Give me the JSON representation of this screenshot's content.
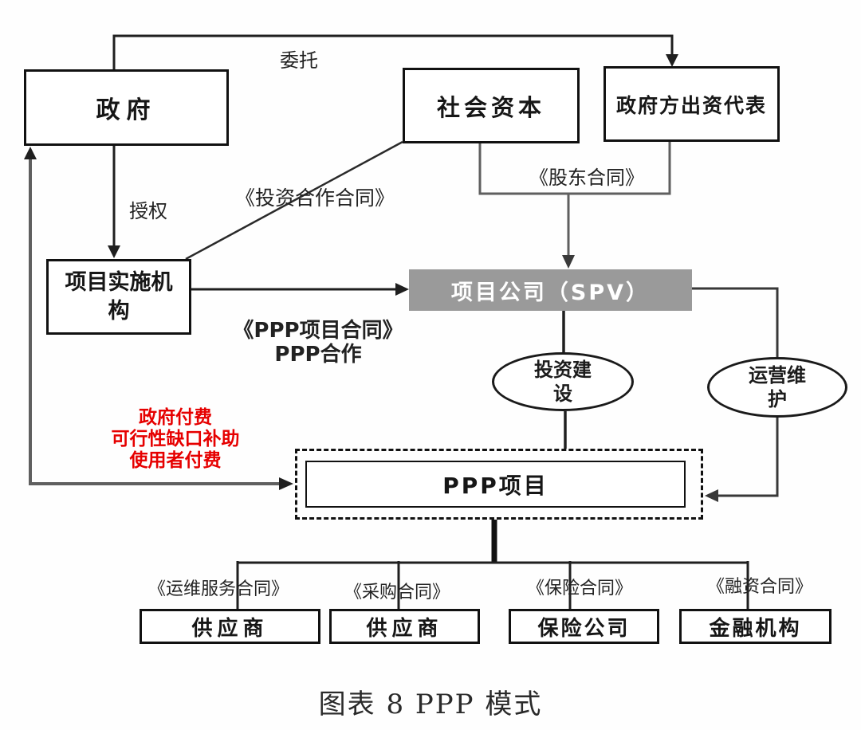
{
  "nodes": {
    "government": "政府",
    "social_capital": "社会资本",
    "gov_funder_rep": "政府方出资代表",
    "project_agency": "项目实施机构",
    "spv": "项目公司（SPV）",
    "invest_build": "投资建设",
    "operate_maintain": "运营维护",
    "ppp_project": "PPP项目",
    "supplier_om": "供应商",
    "supplier_procure": "供应商",
    "insurance_co": "保险公司",
    "finance_org": "金融机构"
  },
  "labels": {
    "entrust": "委托",
    "authorize": "授权",
    "invest_coop_contract": "《投资合作合同》",
    "shareholder_contract": "《股东合同》",
    "ppp_project_contract": "《PPP项目合同》",
    "ppp_cooperation": "PPP合作",
    "pay_gov": "政府付费",
    "pay_gap": "可行性缺口补助",
    "pay_user": "使用者付费",
    "om_contract": "《运维服务合同》",
    "procure_contract": "《采购合同》",
    "insurance_contract": "《保险合同》",
    "finance_contract": "《融资合同》"
  },
  "caption": "图表 8 PPP 模式",
  "colors": {
    "payment_text": "#e60000",
    "spv_fill": "#9a9a9a",
    "spv_text": "#ffffff",
    "line_black": "#1f1f1f",
    "line_gray": "#5f5f5f"
  }
}
